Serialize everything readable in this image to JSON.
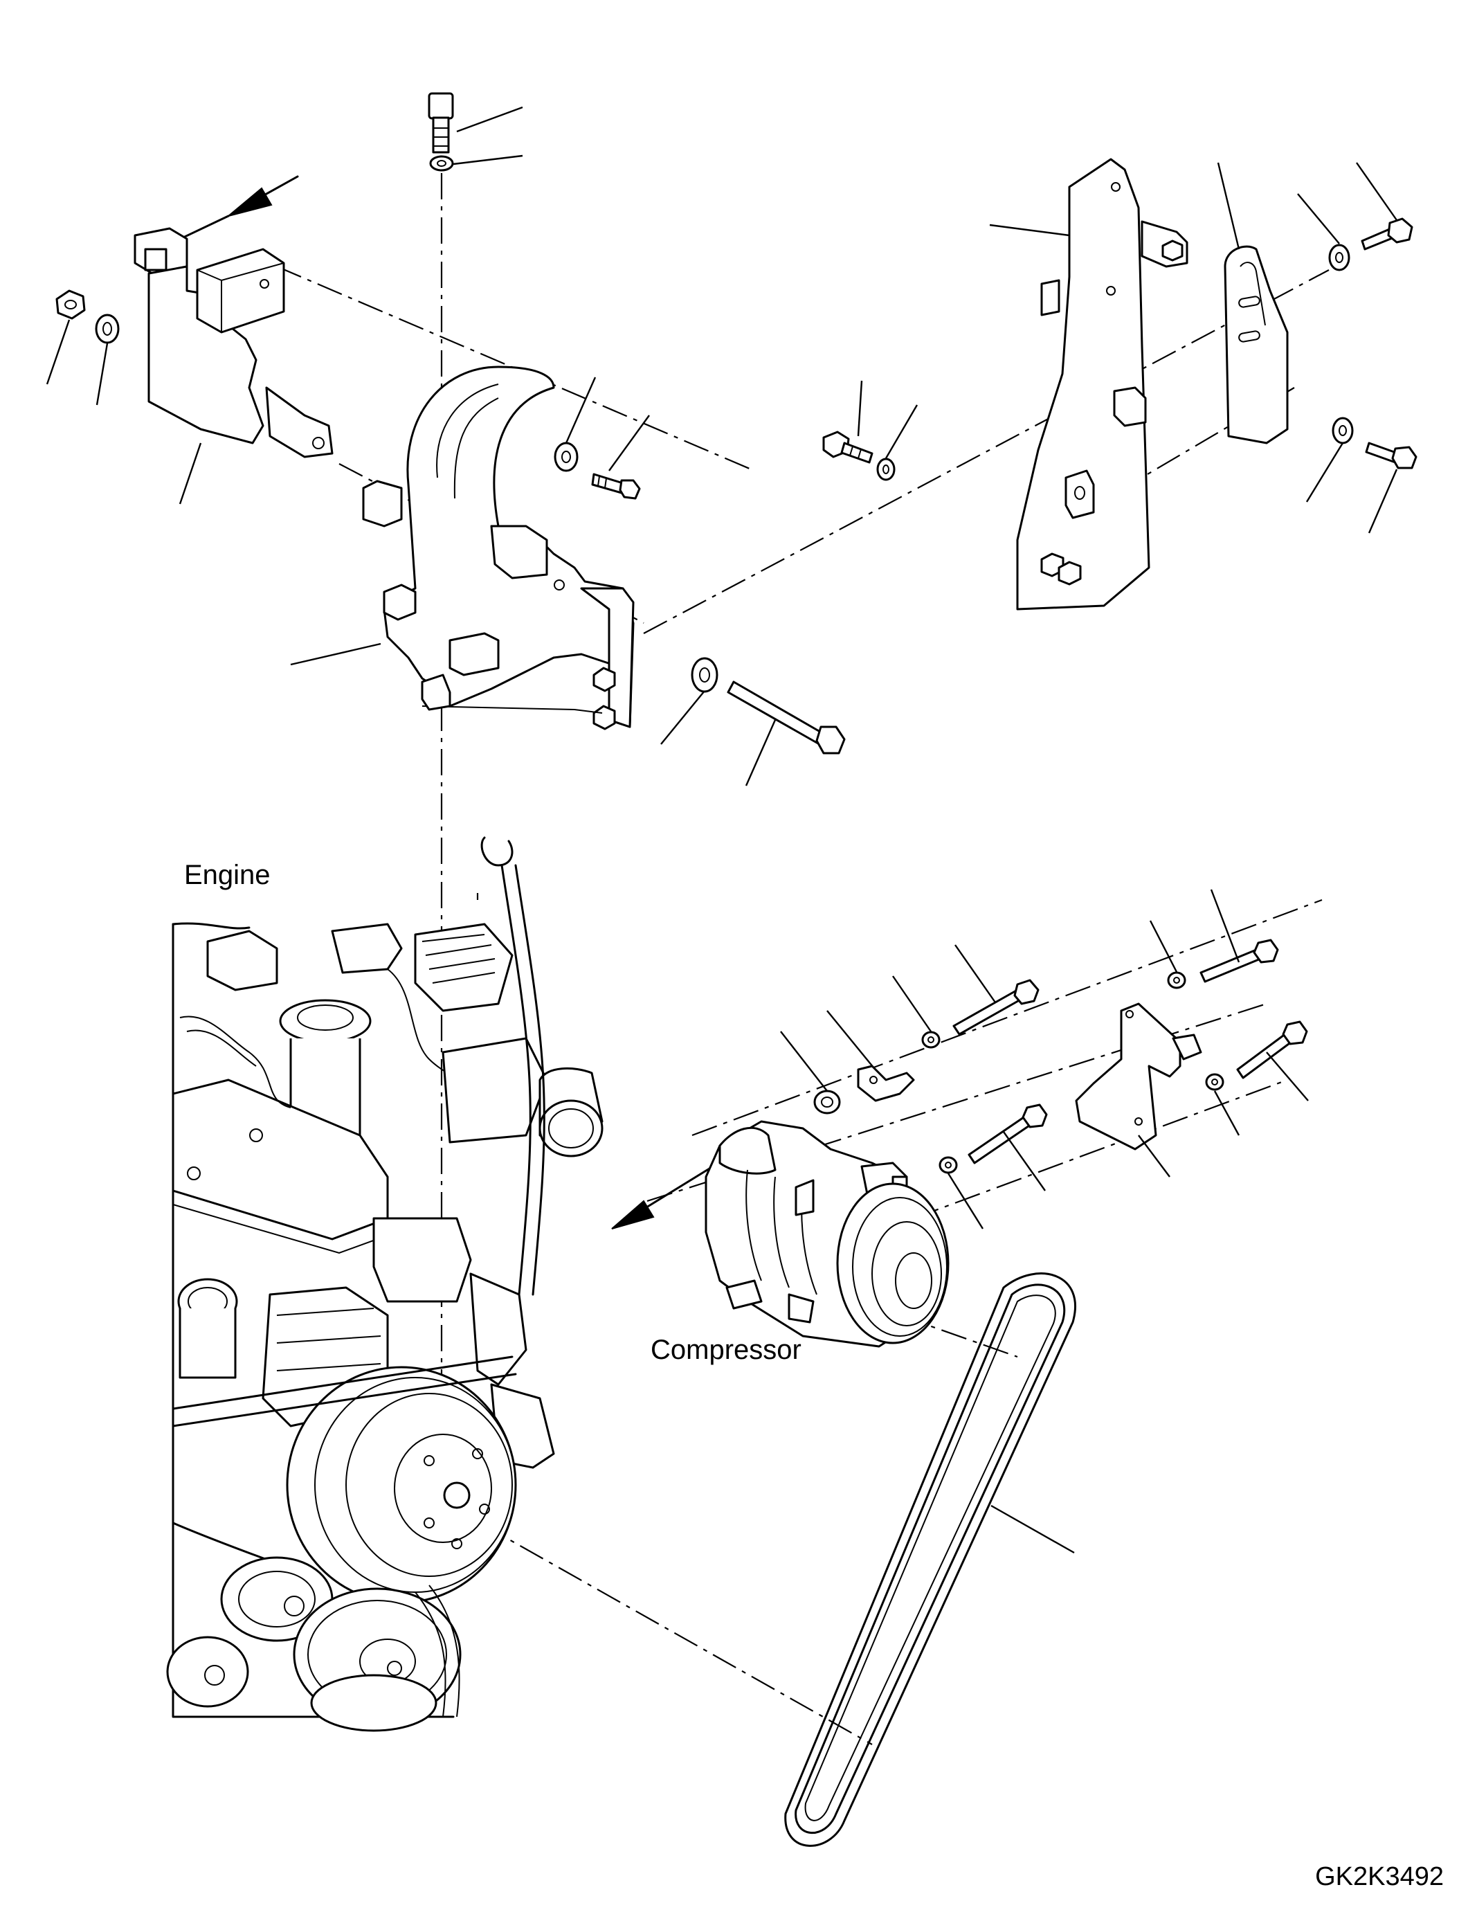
{
  "labels": {
    "engine": "Engine",
    "compressor": "Compressor",
    "drawing_code": "GK2K3492"
  }
}
